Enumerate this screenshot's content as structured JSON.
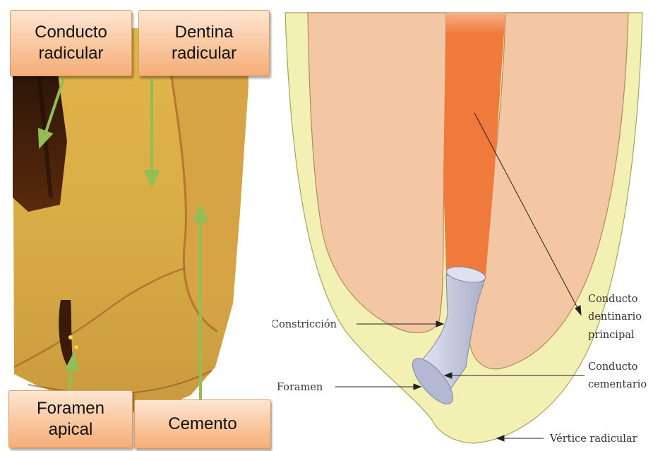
{
  "left_panel": {
    "callouts": {
      "conducto_radicular": "Conducto\nradicular",
      "dentina_radicular": "Dentina\nradicular",
      "foramen_apical": "Foramen\napical",
      "cemento": "Cemento"
    },
    "colors": {
      "callout_fill": "#f9c49a",
      "callout_border": "#e2995c",
      "arrow": "#8fbf56"
    }
  },
  "right_panel": {
    "labels": {
      "constriccion": "Constricción",
      "foramen": "Foramen",
      "conducto_dentinario_1": "Conducto",
      "conducto_dentinario_2": "dentinario",
      "conducto_dentinario_3": "principal",
      "conducto_cementario_1": "Conducto",
      "conducto_cementario_2": "cementario",
      "vertice_radicular": "Vértice radicular"
    },
    "colors": {
      "cementum": "#f2f0b3",
      "dentin": "#f3c7a3",
      "canal": "#f07a3b",
      "foramen_cylinder": "#c6cbe0"
    }
  }
}
